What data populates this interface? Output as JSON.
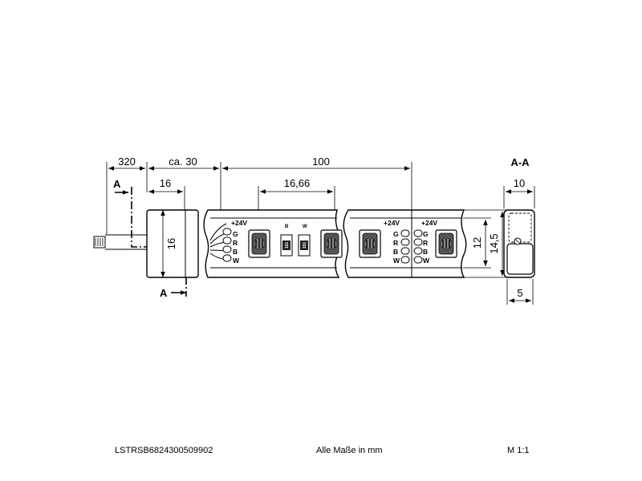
{
  "dimensions": {
    "cable_length": "320",
    "cap_offset": "ca. 30",
    "segment_length": "100",
    "cap_width": "16",
    "led_pitch": "16,66",
    "cap_height": "16",
    "strip_width": "12",
    "strip_height": "14,5",
    "section_width": "10",
    "section_depth": "5"
  },
  "section": {
    "label": "A-A",
    "marker": "A"
  },
  "pins": {
    "plus": "+24V",
    "g": "G",
    "r": "R",
    "b": "B",
    "w": "W"
  },
  "chip_labels": {
    "b": "B",
    "w": "W",
    "resistor": "151"
  },
  "footer": {
    "article": "LSTRSB6824300509902",
    "units_note": "Alle Maße in mm",
    "scale": "M 1:1"
  }
}
